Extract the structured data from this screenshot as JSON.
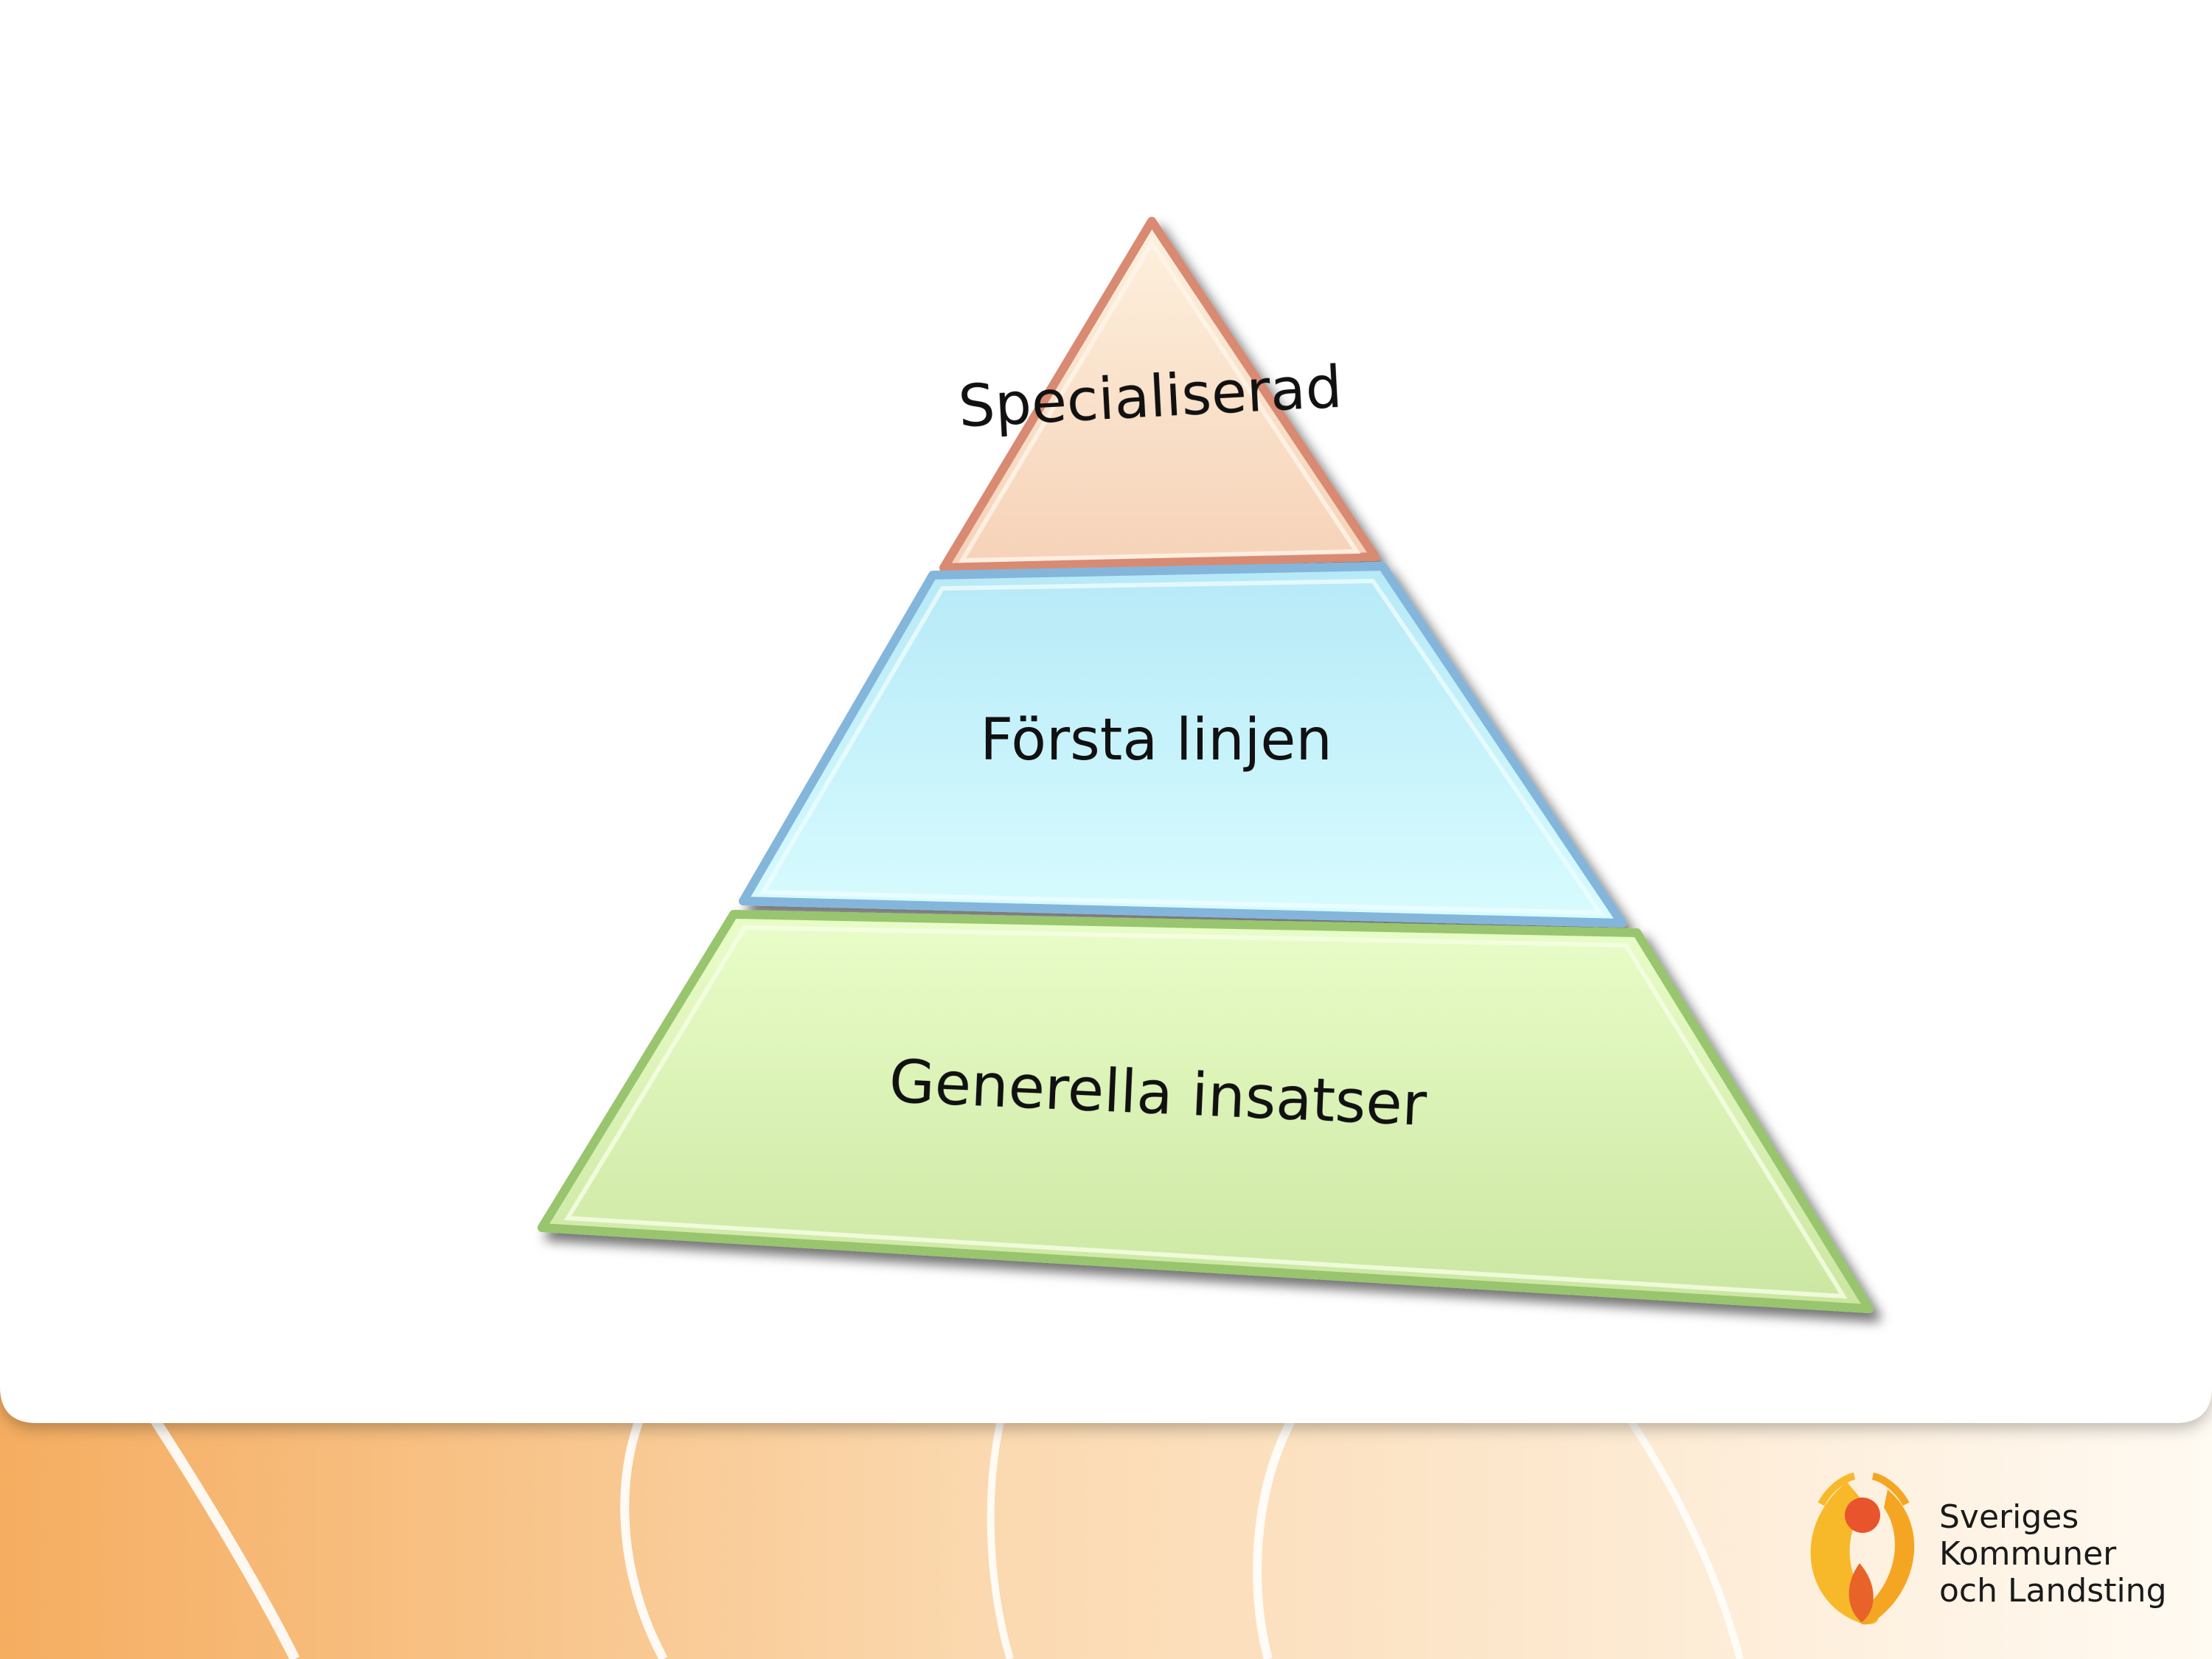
{
  "diagram": {
    "levels": [
      {
        "label": "Specialiserad",
        "fill_top": "#fbe9d4",
        "fill_bottom": "#f6d3bc",
        "edge": "#d9826a"
      },
      {
        "label": "Första linjen",
        "fill_top": "#b9ecf8",
        "fill_bottom": "#d6fbff",
        "edge": "#7fb3dc"
      },
      {
        "label": "Generella insatser",
        "fill_top": "#e7fbc6",
        "fill_bottom": "#cde8a4",
        "edge": "#94c46a"
      }
    ]
  },
  "footer": {
    "logo": {
      "icon": "skl-figure-icon",
      "lines": [
        "Sveriges",
        "Kommuner",
        "och Landsting"
      ]
    },
    "colors": {
      "band_left": "#f6b36a",
      "band_right": "#fff2e0"
    }
  }
}
